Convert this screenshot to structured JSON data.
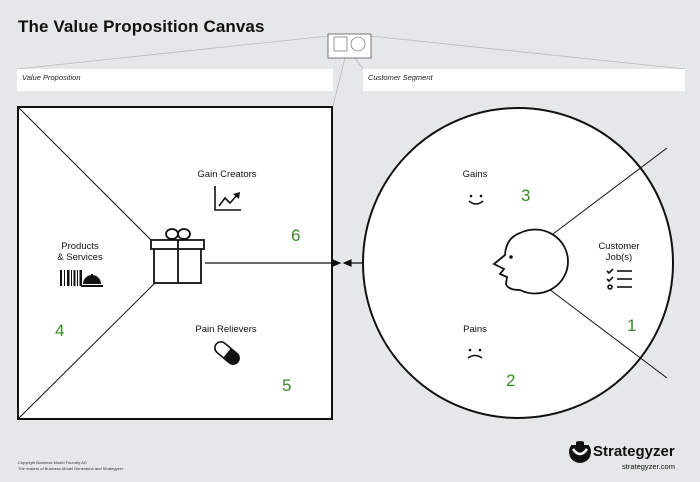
{
  "title": "The Value Proposition Canvas",
  "headers": {
    "value_proposition": "Value Proposition",
    "customer_segment": "Customer Segment"
  },
  "value_map": {
    "gain_creators": "Gain Creators",
    "products_services_line1": "Products",
    "products_services_line2": "& Services",
    "pain_relievers": "Pain Relievers"
  },
  "customer_profile": {
    "gains": "Gains",
    "pains": "Pains",
    "customer_jobs_line1": "Customer",
    "customer_jobs_line2": "Job(s)"
  },
  "numbers": {
    "jobs": "1",
    "pains": "2",
    "gains": "3",
    "products": "4",
    "pain_relievers": "5",
    "gain_creators": "6"
  },
  "colors": {
    "number_green": "#3b8a2a",
    "background": "#e6e7e8"
  },
  "icons": [
    "gift-icon",
    "rising-chart-icon",
    "barcode-icon",
    "service-bell-icon",
    "pill-icon",
    "smile-icon",
    "frown-icon",
    "checklist-icon",
    "face-profile-icon",
    "strategyzer-logo-icon"
  ],
  "footer": {
    "copyright": "Copyright Business Model Foundry AG",
    "makers": "The makers of Business Model Generation and Strategyzer",
    "brand": "Strategyzer",
    "url": "strategyzer.com"
  }
}
